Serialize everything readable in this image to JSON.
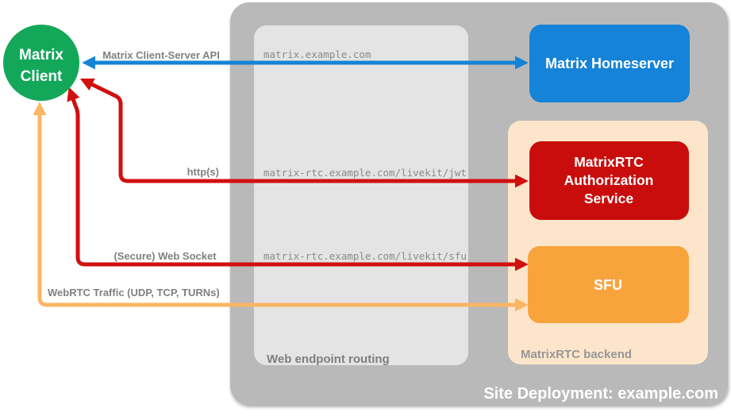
{
  "colors": {
    "green": "#13a75a",
    "blue": "#1583d7",
    "red": "#c90d0d",
    "red_arrow": "#d11010",
    "orange": "#f9a33c",
    "orange_arrow": "#fcb564",
    "outer_gray": "#b9b9b9",
    "inner_gray": "#e4e4e4",
    "peach": "#fce5ca"
  },
  "containers": {
    "site": {
      "label": "Site Deployment: example.com"
    },
    "web_routing": {
      "label": "Web endpoint routing"
    },
    "backend": {
      "label": "MatrixRTC backend"
    }
  },
  "nodes": {
    "client": {
      "lines": [
        "Matrix",
        "Client"
      ]
    },
    "homeserver": {
      "label": "Matrix Homeserver"
    },
    "auth_service": {
      "lines": [
        "MatrixRTC",
        "Authorization",
        "Service"
      ]
    },
    "sfu": {
      "label": "SFU"
    }
  },
  "connections": {
    "client_server_api": {
      "label": "Matrix Client-Server API",
      "endpoint": "matrix.example.com"
    },
    "https": {
      "label": "http(s)",
      "endpoint": "matrix-rtc.example.com/livekit/jwt"
    },
    "websocket": {
      "label": "(Secure) Web Socket",
      "endpoint": "matrix-rtc.example.com/livekit/sfu"
    },
    "webrtc": {
      "label": "WebRTC Traffic (UDP, TCP, TURNs)"
    }
  }
}
